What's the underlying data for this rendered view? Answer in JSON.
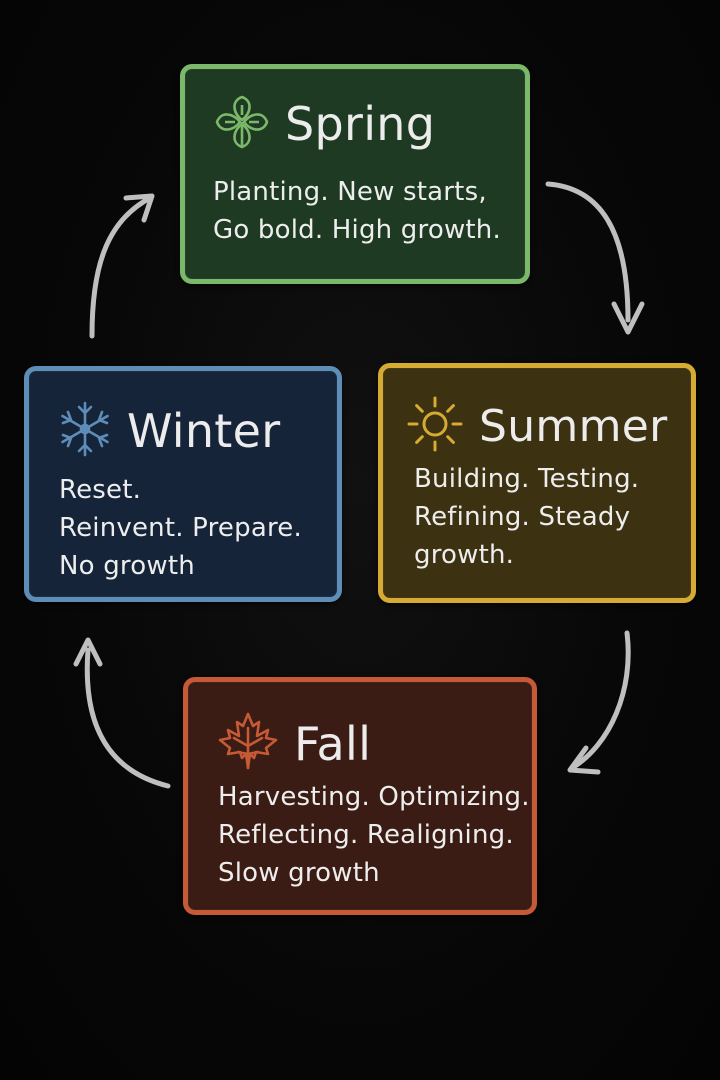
{
  "colors": {
    "spring": "#7bb86a",
    "summer": "#d6aa33",
    "winter": "#5e8db8",
    "fall": "#c65a36",
    "arrow": "#cfcfcf"
  },
  "seasons": {
    "spring": {
      "title": "Spring",
      "icon": "clover-icon",
      "lines": [
        "Planting. New starts,",
        "Go bold. High growth."
      ]
    },
    "summer": {
      "title": "Summer",
      "icon": "sun-icon",
      "lines": [
        "Building. Testing.",
        "Refining. Steady",
        "growth."
      ]
    },
    "winter": {
      "title": "Winter",
      "icon": "snowflake-icon",
      "lines": [
        "Reset.",
        "Reinvent. Prepare.",
        "No growth"
      ]
    },
    "fall": {
      "title": "Fall",
      "icon": "maple-leaf-icon",
      "lines": [
        "Harvesting. Optimizing.",
        "Reflecting. Realigning.",
        "Slow growth"
      ]
    }
  }
}
